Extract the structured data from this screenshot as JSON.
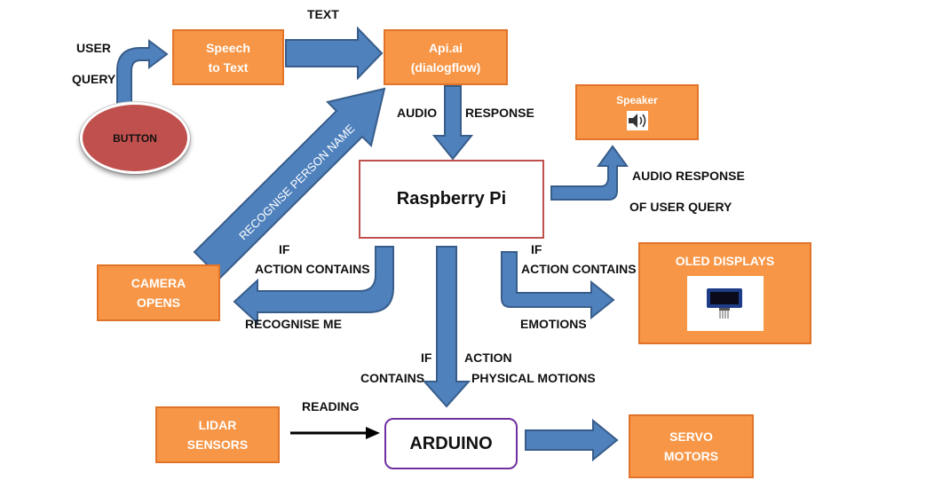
{
  "nodes": {
    "speech_to_text": [
      "Speech",
      "to Text"
    ],
    "api_ai": [
      "Api.ai",
      "(dialogflow)"
    ],
    "speaker": "Speaker",
    "button": "BUTTON",
    "raspberry_pi": "Raspberry Pi",
    "camera": [
      "CAMERA",
      "OPENS"
    ],
    "oled": "OLED DISPLAYS",
    "lidar": [
      "LIDAR",
      "SENSORS"
    ],
    "arduino": "ARDUINO",
    "servo": [
      "SERVO",
      "MOTORS"
    ]
  },
  "labels": {
    "text": "TEXT",
    "user": "USER",
    "query": "QUERY",
    "audio": "AUDIO",
    "response": "RESPONSE",
    "audio_response": "AUDIO RESPONSE",
    "of_user_query": "OF USER QUERY",
    "recognise_person_name": "RECOGNISE PERSON NAME",
    "if_left": "IF",
    "action_contains_left": "ACTION CONTAINS",
    "recognise_me": "RECOGNISE ME",
    "if_right": "IF",
    "action_contains_right": "ACTION CONTAINS",
    "emotions": "EMOTIONS",
    "if_down": "IF",
    "contains_down": "CONTAINS",
    "action_down": "ACTION",
    "physical_motions": "PHYSICAL MOTIONS",
    "reading": "READING"
  },
  "colors": {
    "box_fill": "#f79646",
    "box_border": "#e2742a",
    "arrow_fill": "#4f81bd",
    "arrow_stroke": "#385d8a",
    "pi_border": "#c0504d",
    "arduino_border": "#7030a0",
    "button_fill": "#c0504d"
  },
  "icons": {
    "speaker": "speaker-icon",
    "oled": "oled-module-icon"
  }
}
